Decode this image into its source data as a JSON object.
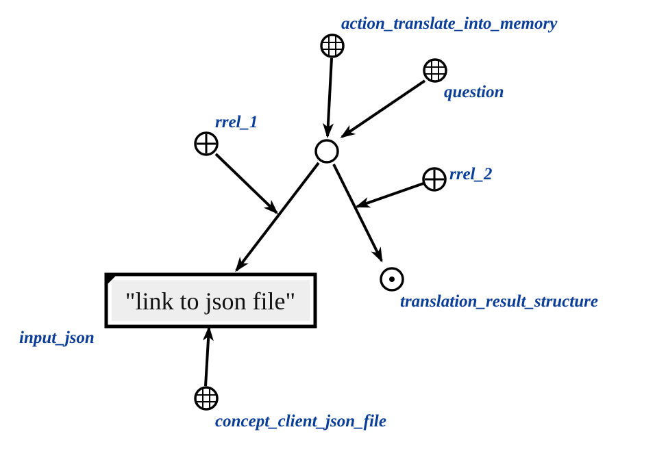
{
  "nodes": {
    "action_translate_into_memory": "action_translate_into_memory",
    "question": "question",
    "rrel_1": "rrel_1",
    "rrel_2": "rrel_2",
    "translation_result_structure": "translation_result_structure",
    "input_json": "input_json",
    "concept_client_json_file": "concept_client_json_file"
  },
  "link_content": "\"link to json file\"",
  "colors": {
    "label": "#0b3e99",
    "stroke": "#000000",
    "link_fill": "#eeeeee"
  },
  "icons": {
    "class_node": "grid-circle-icon",
    "relation_node": "plus-circle-icon",
    "action_node": "empty-circle-icon",
    "structure_node": "dot-circle-icon",
    "link_node": "rectangle"
  }
}
